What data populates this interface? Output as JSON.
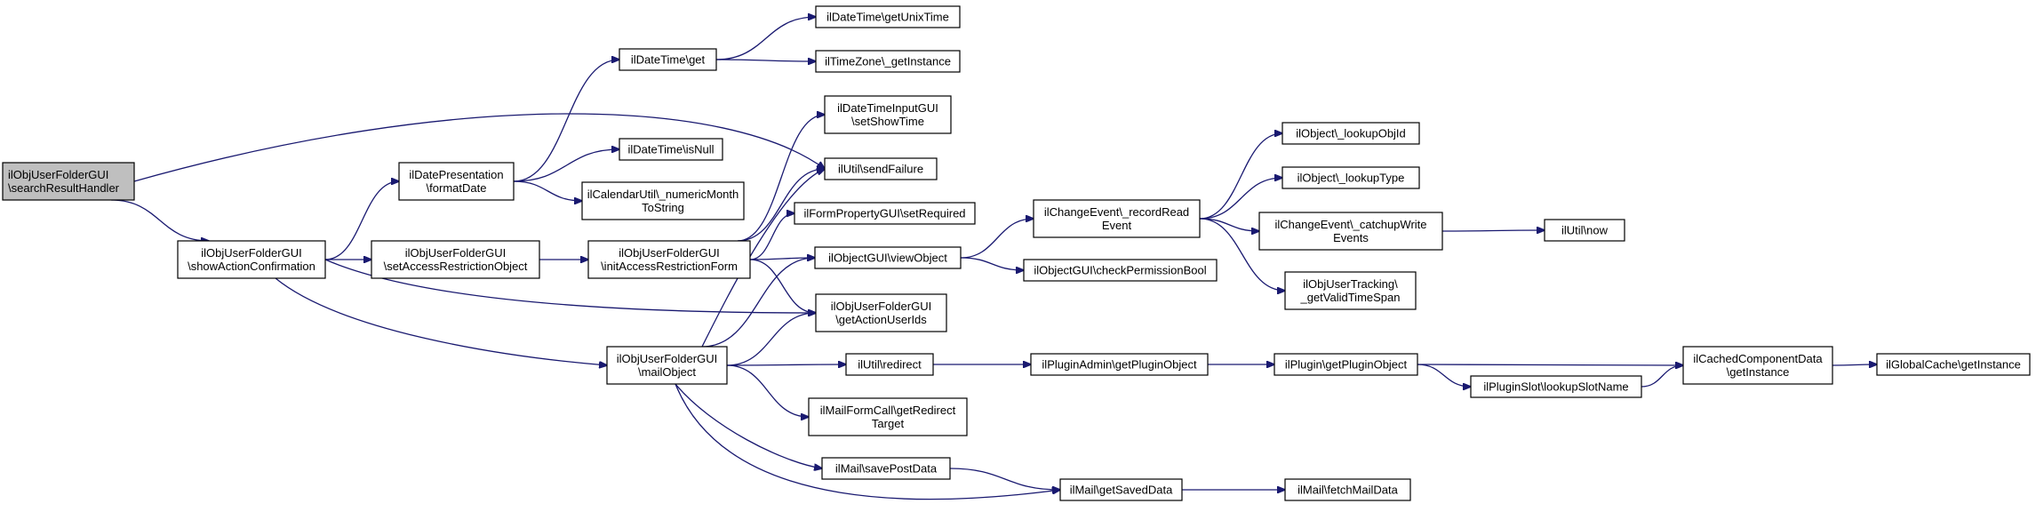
{
  "diagram": {
    "type": "call-graph",
    "colors": {
      "edge": "#191970",
      "root_fill": "#bfbfbf",
      "node_fill": "#ffffff",
      "node_border": "#000000"
    },
    "nodes": [
      {
        "id": "root",
        "lines": [
          "ilObjUserFolderGUI",
          "\\searchResultHandler"
        ],
        "root": true
      },
      {
        "id": "showAction",
        "lines": [
          "ilObjUserFolderGUI",
          "\\showActionConfirmation"
        ]
      },
      {
        "id": "formatDate",
        "lines": [
          "ilDatePresentation",
          "\\formatDate"
        ]
      },
      {
        "id": "dtGet",
        "lines": [
          "ilDateTime\\get"
        ]
      },
      {
        "id": "getUnixTime",
        "lines": [
          "ilDateTime\\getUnixTime"
        ]
      },
      {
        "id": "tzGetInstance",
        "lines": [
          "ilTimeZone\\_getInstance"
        ]
      },
      {
        "id": "isNull",
        "lines": [
          "ilDateTime\\isNull"
        ]
      },
      {
        "id": "numericMonth",
        "lines": [
          "ilCalendarUtil\\_numericMonth",
          "ToString"
        ]
      },
      {
        "id": "setShowTime",
        "lines": [
          "ilDateTimeInputGUI",
          "\\setShowTime"
        ]
      },
      {
        "id": "sendFailure",
        "lines": [
          "ilUtil\\sendFailure"
        ]
      },
      {
        "id": "setRequired",
        "lines": [
          "ilFormPropertyGUI\\setRequired"
        ]
      },
      {
        "id": "setAccessRO",
        "lines": [
          "ilObjUserFolderGUI",
          "\\setAccessRestrictionObject"
        ]
      },
      {
        "id": "initARF",
        "lines": [
          "ilObjUserFolderGUI",
          "\\initAccessRestrictionForm"
        ]
      },
      {
        "id": "viewObject",
        "lines": [
          "ilObjectGUI\\viewObject"
        ]
      },
      {
        "id": "getActionUserIds",
        "lines": [
          "ilObjUserFolderGUI",
          "\\getActionUserIds"
        ]
      },
      {
        "id": "mailObject",
        "lines": [
          "ilObjUserFolderGUI",
          "\\mailObject"
        ]
      },
      {
        "id": "recordRead",
        "lines": [
          "ilChangeEvent\\_recordRead",
          "Event"
        ]
      },
      {
        "id": "checkPermBool",
        "lines": [
          "ilObjectGUI\\checkPermissionBool"
        ]
      },
      {
        "id": "lookupObjId",
        "lines": [
          "ilObject\\_lookupObjId"
        ]
      },
      {
        "id": "lookupType",
        "lines": [
          "ilObject\\_lookupType"
        ]
      },
      {
        "id": "catchupWrite",
        "lines": [
          "ilChangeEvent\\_catchupWrite",
          "Events"
        ]
      },
      {
        "id": "utilNow",
        "lines": [
          "ilUtil\\now"
        ]
      },
      {
        "id": "validTimeSpan",
        "lines": [
          "ilObjUserTracking\\",
          "_getValidTimeSpan"
        ]
      },
      {
        "id": "redirect",
        "lines": [
          "ilUtil\\redirect"
        ]
      },
      {
        "id": "pluginAdminGPO",
        "lines": [
          "ilPluginAdmin\\getPluginObject"
        ]
      },
      {
        "id": "pluginGPO",
        "lines": [
          "ilPlugin\\getPluginObject"
        ]
      },
      {
        "id": "lookupSlotName",
        "lines": [
          "ilPluginSlot\\lookupSlotName"
        ]
      },
      {
        "id": "cachedCompData",
        "lines": [
          "ilCachedComponentData",
          "\\getInstance"
        ]
      },
      {
        "id": "globalCache",
        "lines": [
          "ilGlobalCache\\getInstance"
        ]
      },
      {
        "id": "getRedirectTarget",
        "lines": [
          "ilMailFormCall\\getRedirect",
          "Target"
        ]
      },
      {
        "id": "savePostData",
        "lines": [
          "ilMail\\savePostData"
        ]
      },
      {
        "id": "getSavedData",
        "lines": [
          "ilMail\\getSavedData"
        ]
      },
      {
        "id": "fetchMailData",
        "lines": [
          "ilMail\\fetchMailData"
        ]
      }
    ],
    "edges": [
      [
        "root",
        "showAction"
      ],
      [
        "root",
        "sendFailure"
      ],
      [
        "showAction",
        "formatDate"
      ],
      [
        "showAction",
        "setAccessRO"
      ],
      [
        "showAction",
        "getActionUserIds"
      ],
      [
        "showAction",
        "mailObject"
      ],
      [
        "formatDate",
        "dtGet"
      ],
      [
        "formatDate",
        "isNull"
      ],
      [
        "formatDate",
        "numericMonth"
      ],
      [
        "dtGet",
        "getUnixTime"
      ],
      [
        "dtGet",
        "tzGetInstance"
      ],
      [
        "setAccessRO",
        "initARF"
      ],
      [
        "initARF",
        "setShowTime"
      ],
      [
        "initARF",
        "sendFailure"
      ],
      [
        "initARF",
        "setRequired"
      ],
      [
        "initARF",
        "viewObject"
      ],
      [
        "initARF",
        "getActionUserIds"
      ],
      [
        "mailObject",
        "sendFailure"
      ],
      [
        "mailObject",
        "viewObject"
      ],
      [
        "mailObject",
        "getActionUserIds"
      ],
      [
        "mailObject",
        "redirect"
      ],
      [
        "mailObject",
        "getRedirectTarget"
      ],
      [
        "mailObject",
        "savePostData"
      ],
      [
        "mailObject",
        "getSavedData"
      ],
      [
        "viewObject",
        "recordRead"
      ],
      [
        "viewObject",
        "checkPermBool"
      ],
      [
        "recordRead",
        "lookupObjId"
      ],
      [
        "recordRead",
        "lookupType"
      ],
      [
        "recordRead",
        "catchupWrite"
      ],
      [
        "recordRead",
        "validTimeSpan"
      ],
      [
        "catchupWrite",
        "utilNow"
      ],
      [
        "redirect",
        "pluginAdminGPO"
      ],
      [
        "pluginAdminGPO",
        "pluginGPO"
      ],
      [
        "pluginGPO",
        "cachedCompData"
      ],
      [
        "pluginGPO",
        "lookupSlotName"
      ],
      [
        "lookupSlotName",
        "cachedCompData"
      ],
      [
        "cachedCompData",
        "globalCache"
      ],
      [
        "savePostData",
        "getSavedData"
      ],
      [
        "getSavedData",
        "fetchMailData"
      ]
    ]
  }
}
